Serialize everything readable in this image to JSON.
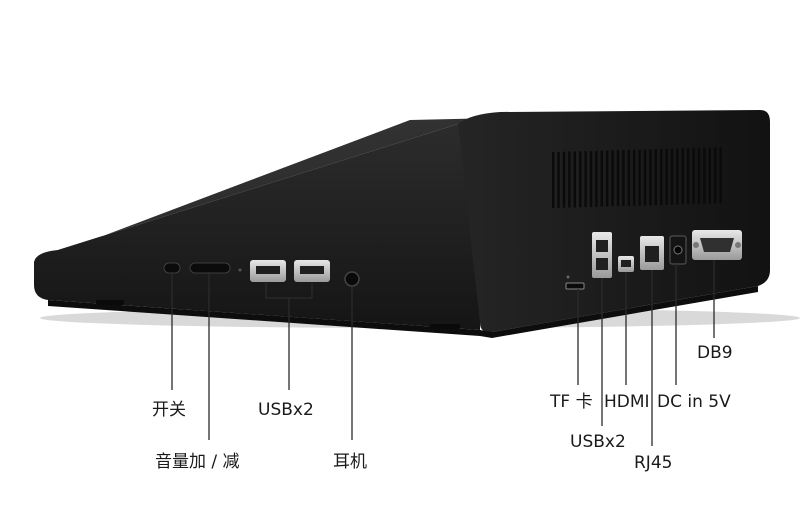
{
  "labels": {
    "power": "开关",
    "volume": "音量加 / 减",
    "usb_front": "USBx2",
    "earphone": "耳机",
    "tf_card": "TF 卡",
    "hdmi": "HDMI",
    "dc_in": "DC in 5V",
    "usb_side": "USBx2",
    "rj45": "RJ45",
    "db9": "DB9"
  },
  "colors": {
    "body_dark": "#1c1c1c",
    "body_top": "#2a2a2a",
    "front_face": "#232323",
    "leader_line": "#2b2b2b",
    "port_silver": "#c9c9c9",
    "text": "#1a1a1a"
  }
}
